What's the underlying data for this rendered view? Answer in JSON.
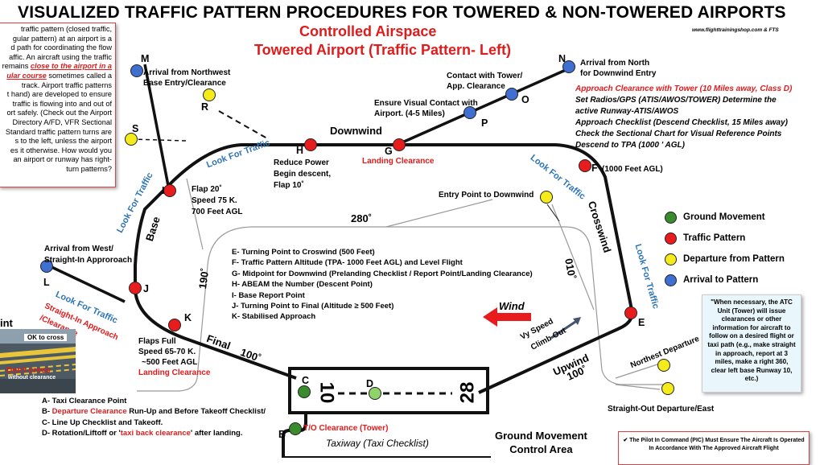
{
  "title": "VISUALIZED TRAFFIC PATTERN  PROCEDURES FOR TOWERED & NON-TOWERED AIRPORTS",
  "subtitle_1": "Controlled Airspace",
  "subtitle_2": "Towered Airport (Traffic Pattern- Left)",
  "website": "www.flighttrainingshop.com & FTS",
  "intro": {
    "line1": "traffic pattern (closed traffic,",
    "line2": "gular pattern) at an airport is a",
    "line3": "d path for coordinating the flow",
    "line4": "affic. An aircraft using the traffic",
    "line5a": "remains ",
    "line5b": "close to the airport in a",
    "line6a": "ular course",
    "line6b": " sometimes called a",
    "line7": "track. Airport traffic patterns",
    "line8": "t hand) are developed to ensure",
    "line9": "traffic is flowing into and out of",
    "line10": "ort safely. (Check out the Airport",
    "line11": "Directory A/FD, VFR Sectional",
    "line12": "Standard traffic pattern turns are",
    "line13": "s to the left, unless the airport",
    "line14": "es it otherwise. How would you",
    "line15": "an airport or runway has right-",
    "line16": "turn patterns?"
  },
  "clearance_notes": {
    "red_line": "Approach Clearance with Tower (10 Miles away, Class D)",
    "line2": "Set Radios/GPS (ATIS/AWOS/TOWER) Determine the",
    "line3": "active Runway-ATIS/AWOS",
    "line4": "Approach Checklist (Descend Checklist, 15 Miles away)",
    "line5": "Check the Sectional Chart for Visual Reference Points",
    "line6": "Descend to TPA (1000 ' AGL)"
  },
  "legend": [
    {
      "label": "Ground Movement",
      "color": "#3a8a2e"
    },
    {
      "label": "Traffic Pattern",
      "color": "#e81c1c"
    },
    {
      "label": "Departure from Pattern",
      "color": "#f5ea1a"
    },
    {
      "label": "Arrival to Pattern",
      "color": "#3f6fd1"
    }
  ],
  "point_descriptions": [
    "E- Turning Point to Croswind (500 Feet)",
    "F- Traffic Pattern Altitude (TPA- 1000 Feet AGL) and Level Flight",
    "G- Midpoint for Downwind (Prelanding Checklist / Report Point/Landing Clearance)",
    "H- ABEAM the Number (Descent Point)",
    "I- Base Report Point",
    "J- Turning Point to Final (Altitude ≥ 500 Feet)",
    "K- Stabilised Approach"
  ],
  "ground_points": {
    "a": "A- Taxi Clearance Point",
    "b_prefix": "B- ",
    "b_red": "Departure Clearance",
    "b_suffix": " Run-Up and Before Takeoff Checklist/",
    "c": "C- Line Up Checklist and Takeoff.",
    "d_prefix": "D- Rotation/Liftoff or '",
    "d_red": "taxi back clearance",
    "d_suffix": "' after landing."
  },
  "atc_note": "\"When necessary, the ATC Unit (Tower) will issue clearances or other information for aircraft to follow on a desired flight or taxi path (e.g., make straight in approach, report at 3 miles, make a right 360, clear left base Runway 10, etc.)",
  "pic_note": "✔ The Pilot In Command (PIC) Must Ensure The Aircraft Is Operated In Accordance With The Approved Aircraft Flight",
  "legs": {
    "downwind": "Downwind",
    "crosswind": "Crosswind",
    "base": "Base",
    "final": "Final",
    "upwind": "Upwind",
    "final_hdg": "100˚",
    "upwind_hdg": "100˚",
    "downwind_hdg": "280˚",
    "base_hdg": "190˚",
    "crosswind_hdg": "010˚"
  },
  "look_for_traffic": "Look For Traffic",
  "points": {
    "M": "M",
    "N": "N",
    "O": "O",
    "P": "P",
    "R": "R",
    "S": "S",
    "H": "H",
    "G": "G",
    "F": "F",
    "I": "I",
    "J": "J",
    "K": "K",
    "L": "L",
    "E": "E",
    "C": "C",
    "D": "D",
    "B": "B"
  },
  "labels": {
    "arrival_northwest": "Arrival from Northwest",
    "base_entry": "Base Entry/Clearance",
    "arrival_north": "Arrival from North",
    "for_downwind_entry": "for Downwind Entry",
    "contact_tower": "Contact with Tower/",
    "app_clearance": "App. Clearance",
    "ensure_visual": "Ensure Visual Contact with",
    "airport_miles": "Airport. (4-5 Miles)",
    "reduce_power": "Reduce Power",
    "begin_descent": "Begin descent,",
    "flap10": "Flap 10˚",
    "landing_clearance": "Landing Clearance",
    "f_1000": "(1000 Feet AGL)",
    "flap20": "Flap 20˚",
    "speed75": "Speed 75 K.",
    "feet700": "700 Feet AGL",
    "entry_downwind": "Entry Point to Downwind",
    "arrival_west": "Arrival from West/",
    "straight_in": "Straight-In Approroach",
    "straight_in_red1": "Straight-In Approach",
    "straight_in_red2": "/Clearance",
    "flaps_full": "Flaps Full",
    "speed6570": "Speed 65-70 K.",
    "feet500": "~500 Feet AGL",
    "wind": "Wind",
    "vy_speed": "Vy Speed",
    "climb_out": "Climb Out",
    "northest_departure": "Northest Departure",
    "straight_out": "Straight-Out Departure/East",
    "to_clearance": "T/O Clearance (Tower)",
    "runway_left": "10",
    "runway_right": "28"
  },
  "ground_area": {
    "line1": "Ground Movement",
    "line2": "Control Area"
  },
  "taxiway": "Taxiway (Taxi Checklist)",
  "photo": {
    "heading": "int",
    "ok": "OK to cross",
    "dont": "Don't cross",
    "without": "without clearance"
  }
}
